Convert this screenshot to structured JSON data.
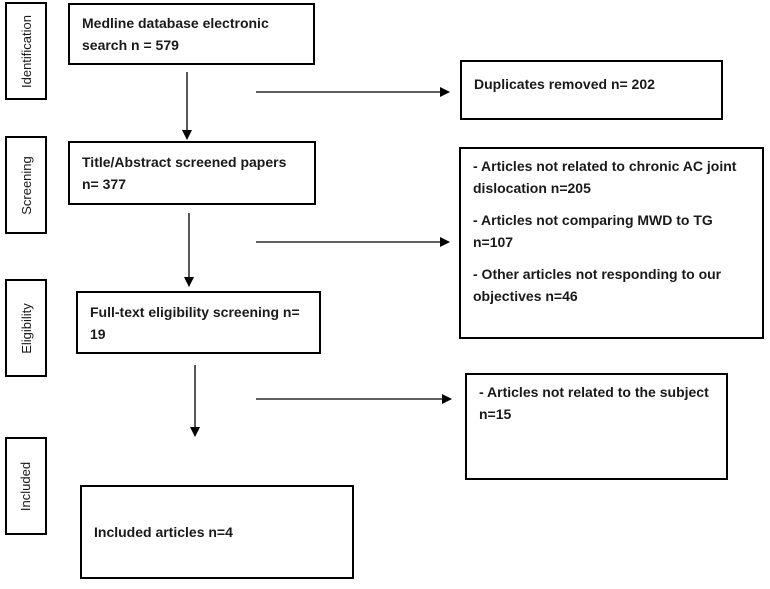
{
  "stages": {
    "identification": "Identification",
    "screening": "Screening",
    "eligibility": "Eligibility",
    "included": "Included"
  },
  "boxes": {
    "identification": "Medline database electronic search n = 579",
    "screening": "Title/Abstract screened papers n= 377",
    "eligibility": "Full-text eligibility screening n= 19",
    "included": "Included articles n=4"
  },
  "exclusions": {
    "duplicates": "Duplicates removed n= 202",
    "screening": [
      "- Articles not related to chronic AC joint dislocation n=205",
      "- Articles not comparing MWD to TG n=107",
      "- Other articles not responding to our objectives n=46"
    ],
    "eligibility": "- Articles not related to the subject n=15"
  }
}
